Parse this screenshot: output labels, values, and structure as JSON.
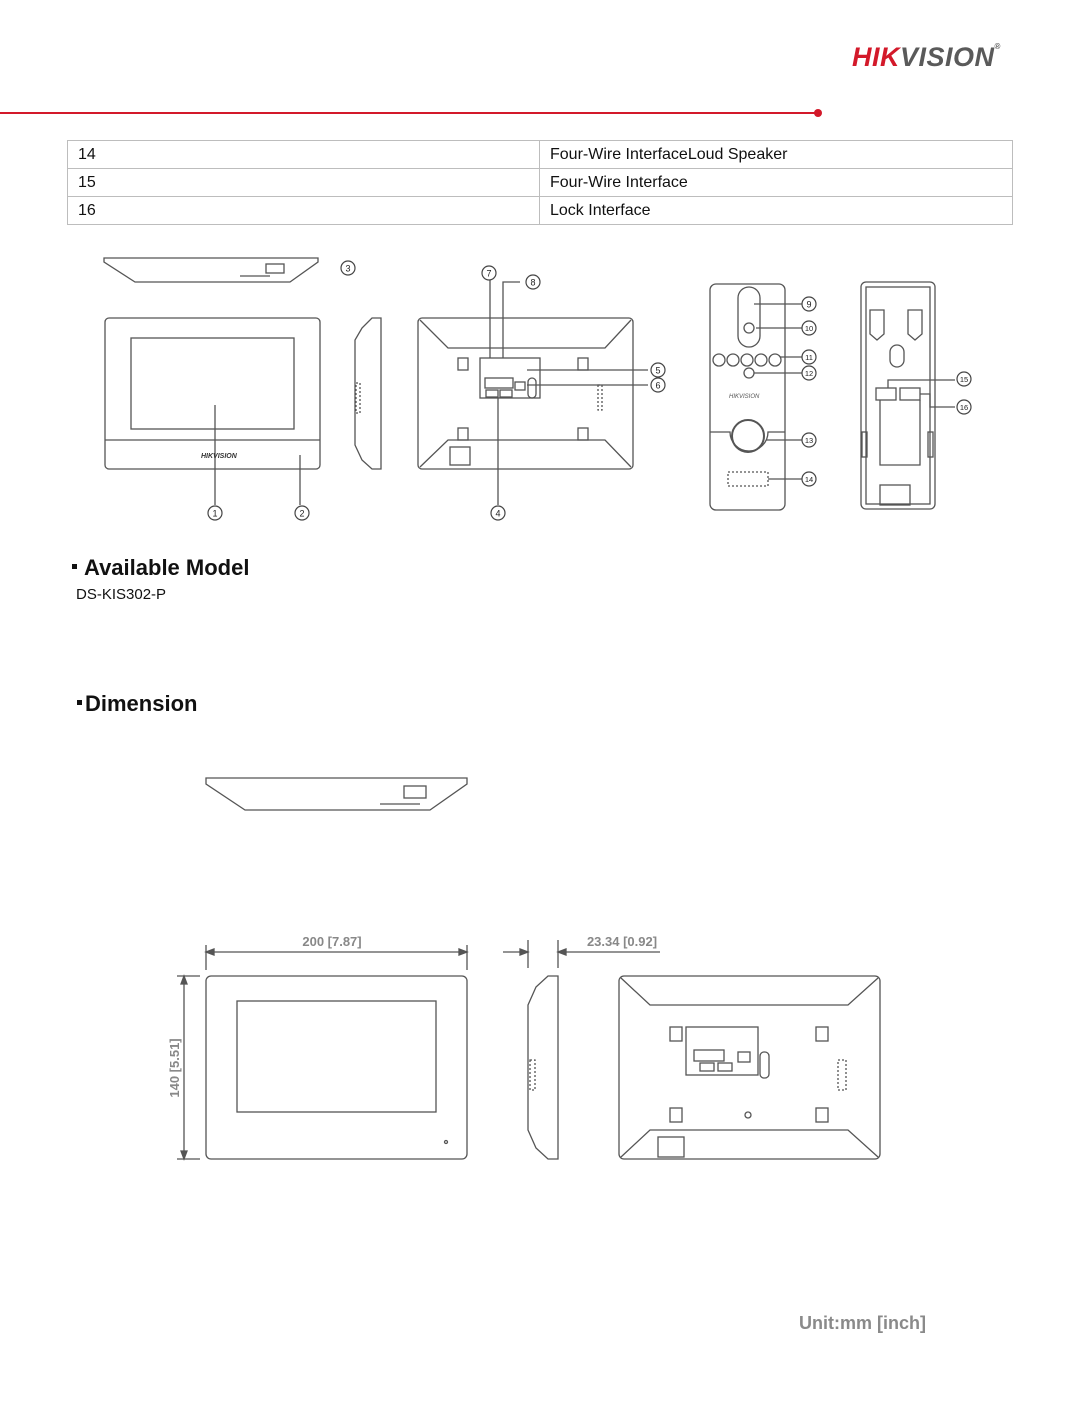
{
  "brand": {
    "hik": "HIK",
    "vision": "VISION",
    "reg": "®"
  },
  "table": {
    "rows": [
      {
        "num": "14",
        "desc": "Four-Wire InterfaceLoud Speaker"
      },
      {
        "num": "15",
        "desc": "Four-Wire Interface"
      },
      {
        "num": "16",
        "desc": "Lock Interface"
      }
    ]
  },
  "diagram_labels": [
    "1",
    "2",
    "3",
    "4",
    "5",
    "6",
    "7",
    "8",
    "9",
    "10",
    "11",
    "12",
    "13",
    "14",
    "15",
    "16"
  ],
  "monitor_brand_mark": "HIKVISION",
  "station_brand_mark": "HIKVISION",
  "available_model": {
    "title": "Available Model",
    "model": "DS-KIS302-P"
  },
  "dimension": {
    "title": "Dimension",
    "width_label": "200 [7.87]",
    "height_label": "140 [5.51]",
    "depth_label": "23.34 [0.92]",
    "unit": "Unit:mm [inch]"
  }
}
